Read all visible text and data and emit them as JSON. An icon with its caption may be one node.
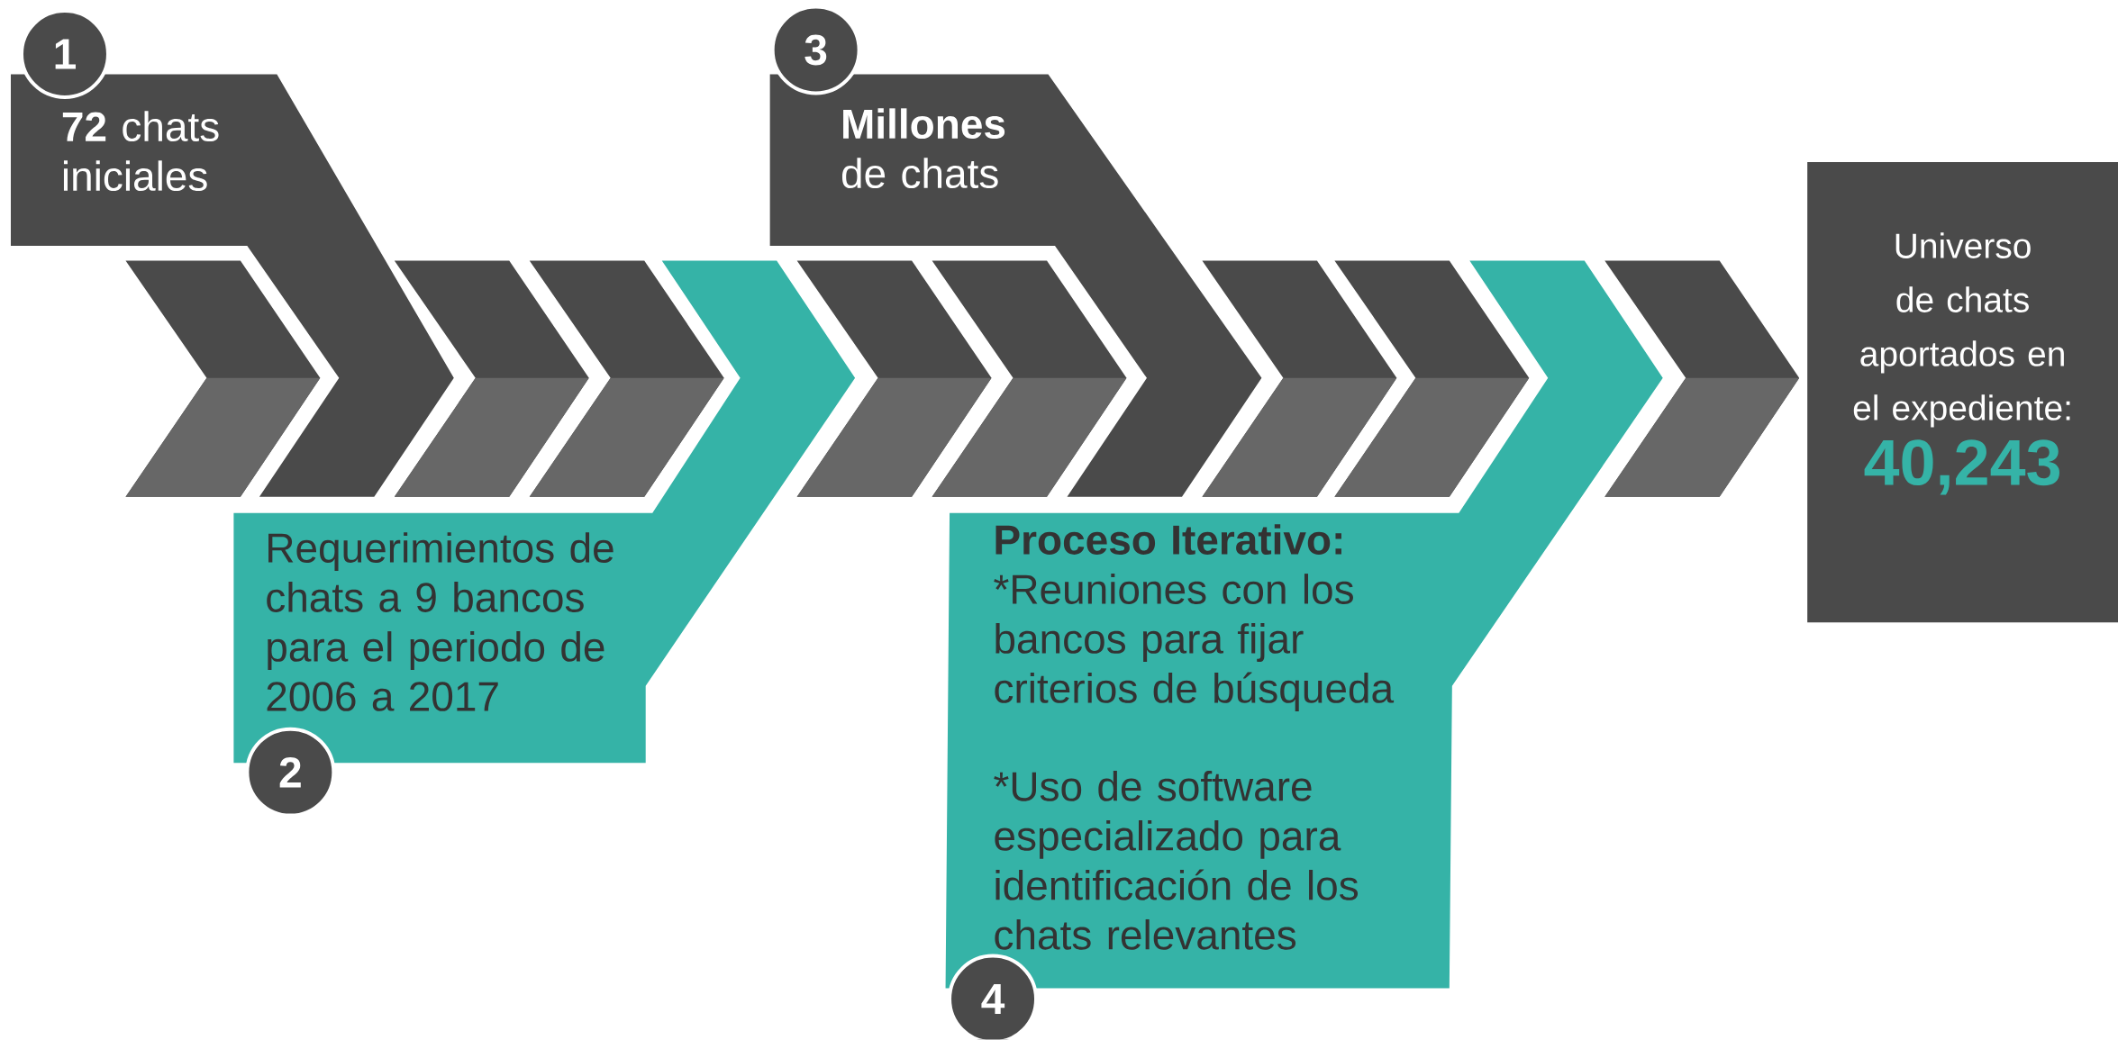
{
  "diagram": {
    "nodes": [
      {
        "text": [
          "**72** chats iniciales"
        ],
        "beside": [
          "1"
        ]
      },
      {
        "text": [
          "Requerimientos de chats a 9 bancos para el periodo de 2006 a 2017"
        ],
        "beside": [
          "2"
        ]
      },
      {
        "text": [
          "**Millones** de chats"
        ],
        "beside": [
          "3"
        ]
      },
      {
        "text": [
          "Proceso Iterativo:",
          "*Reuniones con los bancos para fijar criterios de búsqueda",
          "*Uso de software especializado para identificación de los chats relevantes"
        ],
        "beside": [
          "4"
        ]
      },
      {
        "text": [
          "Universo de chats aportados en el expediente:",
          "40,243"
        ]
      }
    ],
    "edges": [
      {
        "from": 0,
        "to": 1,
        "arrow": "to"
      },
      {
        "from": 1,
        "to": 2,
        "arrow": "to"
      },
      {
        "from": 3,
        "to": 4,
        "arrow": "to"
      }
    ]
  }
}
